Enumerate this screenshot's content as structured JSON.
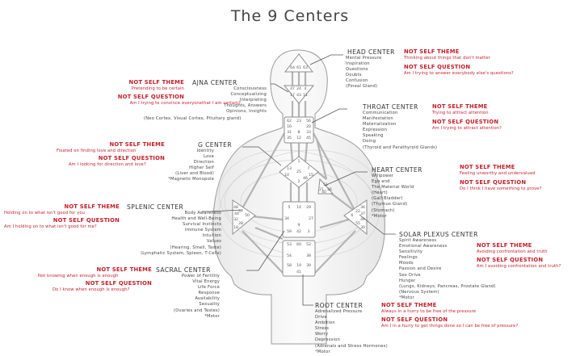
{
  "title": "The 9 Centers",
  "centers": {
    "head": {
      "name": "HEAD CENTER",
      "items": [
        "Mental Pressure",
        "Inspiration",
        "Questions",
        "Doubts",
        "Confusion",
        "(Pineal Gland)"
      ],
      "theme_label": "NOT SELF THEME",
      "theme": "Thinking about things that don't matter",
      "question_label": "NOT SELF QUESTION",
      "question": "Am I trying to answer everybody else's questions?"
    },
    "ajna": {
      "name": "AJNA CENTER",
      "items": [
        "Consciousness",
        "Conceptualizing",
        "Interpreting",
        "Thoughts, Answers",
        "Opinions, Insights",
        "(Neo Cortex, Visual Cortex, Pituitary gland)"
      ],
      "theme_label": "NOT SELF THEME",
      "theme": "Pretending to be certain",
      "question_label": "NOT SELF QUESTION",
      "question": "Am I trying to convince everyonethat I am certain?"
    },
    "throat": {
      "name": "THROAT CENTER",
      "items": [
        "Communication",
        "Manifestation",
        "Materialization",
        "Expression",
        "Speaking",
        "Doing",
        "(Thyroid and Parathyroid Glands)"
      ],
      "theme_label": "NOT SELF THEME",
      "theme": "Trying to attract attention",
      "question_label": "NOT SELF QUESTION",
      "question": "Am I trying to attract attention?"
    },
    "g": {
      "name": "G CENTER",
      "items": [
        "Identity",
        "Love",
        "Direction",
        "Higher Self",
        "(Liver and Blood)",
        "*Magnetic Monopole"
      ],
      "theme_label": "NOT SELF THEME",
      "theme": "Fixated on finding love and direction",
      "question_label": "NOT SELF QUESTION",
      "question": "Am I looking for direction and love?"
    },
    "heart": {
      "name": "HEART CENTER",
      "items": [
        "Willpower",
        "Ego and",
        "The Material World",
        "(Heart)",
        "(Gall Bladder)",
        "(Thymus Gland)",
        "(Stomach)",
        "*Motor"
      ],
      "theme_label": "NOT SELF THEME",
      "theme": "Feeling unworthy and undervalued",
      "question_label": "NOT SELF QUESTION",
      "question": "Do I think I have something to prove?"
    },
    "splenic": {
      "name": "SPLENIC CENTER",
      "items": [
        "Body Awareness",
        "Health and Well-Being",
        "Survival Instincts",
        "Immune System",
        "Intuition",
        "Values",
        "(Hearing, Smell, Taste)",
        "(Lymphatic System, Spleen, T-Cells)"
      ],
      "theme_label": "NOT SELF THEME",
      "theme": "Holding on to what isn't good for you",
      "question_label": "NOT SELF QUESTION",
      "question": "Am I holding on to what isn't good for me?"
    },
    "solar": {
      "name": "SOLAR PLEXUS CENTER",
      "items": [
        "Spirit Awareness",
        "Emotional Awareness",
        "Sensitivity",
        "Feelings",
        "Moods",
        "Passion and Desire",
        "Sex Drive",
        "Hunger",
        "(Lungs, Kidneys, Pancreas, Prostate Gland)",
        "(Nervous System)",
        "*Motor"
      ],
      "theme_label": "NOT SELF THEME",
      "theme": "Avoiding confrontation and truth",
      "question_label": "NOT SELF QUESTION",
      "question": "Am I avoiding confrontation and truth?"
    },
    "sacral": {
      "name": "SACRAL CENTER",
      "items": [
        "Power of Fertility",
        "Vital Energy",
        "Life Force",
        "Response",
        "Availability",
        "Sexuality",
        "(Ovaries and Testes)",
        "*Motor"
      ],
      "theme_label": "NOT SELF THEME",
      "theme": "Not knowing when enough is enough",
      "question_label": "NOT SELF QUESTION",
      "question": "Do I know when enough is enough?"
    },
    "root": {
      "name": "ROOT CENTER",
      "items": [
        "Adrenalized Pressure",
        "Drive",
        "Ambition",
        "Stress",
        "Worry",
        "Depression",
        "(Adrenals and Stress Hormones)",
        "*Motor"
      ],
      "theme_label": "NOT SELF THEME",
      "theme": "Always in a hurry to be free of the pressure",
      "question_label": "NOT SELF QUESTION",
      "question": "Am I in a hurry to get things done so I can be free of pressure?"
    }
  },
  "gates": {
    "head": [
      "64",
      "61",
      "63"
    ],
    "ajna": [
      "47",
      "24",
      "4",
      "17",
      "43",
      "11"
    ],
    "throat": [
      "62",
      "23",
      "56",
      "16",
      "20",
      "31",
      "8",
      "33",
      "35",
      "12",
      "45"
    ],
    "g": [
      "1",
      "13",
      "7",
      "25",
      "10",
      "15",
      "2",
      "46"
    ],
    "heart": [
      "21",
      "51",
      "26",
      "40"
    ],
    "spleen": [
      "48",
      "57",
      "44",
      "50",
      "32",
      "28",
      "18"
    ],
    "solar": [
      "36",
      "22",
      "37",
      "6",
      "49",
      "55",
      "30"
    ],
    "sacral": [
      "5",
      "14",
      "29",
      "34",
      "27",
      "59",
      "42",
      "3",
      "9"
    ],
    "root": [
      "53",
      "60",
      "52",
      "54",
      "38",
      "58",
      "19",
      "39",
      "41"
    ]
  }
}
